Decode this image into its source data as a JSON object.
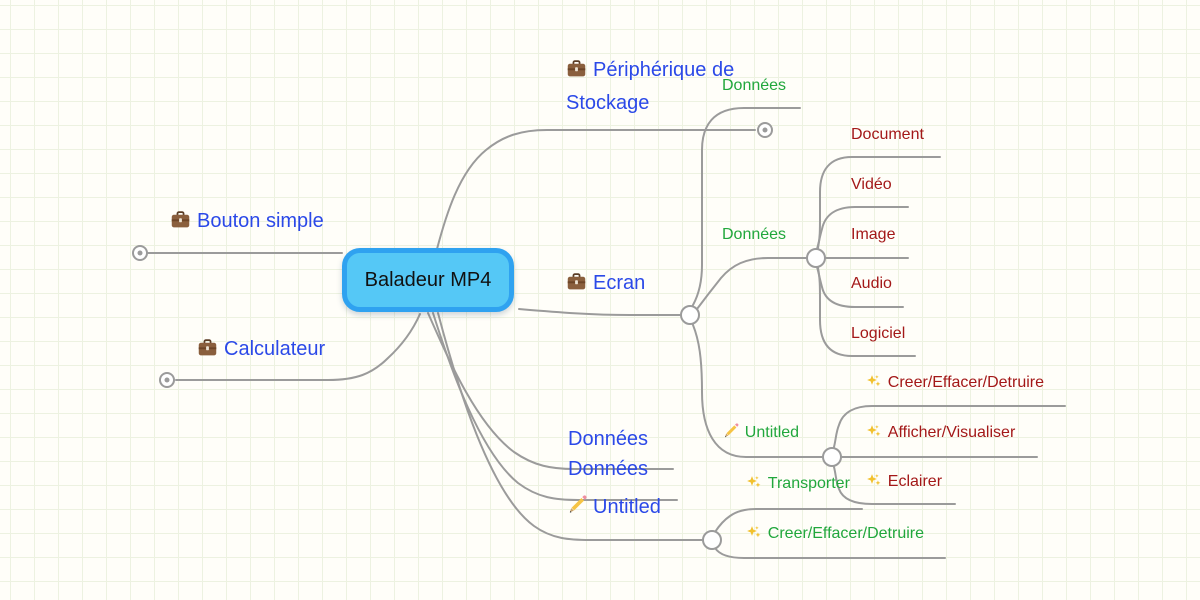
{
  "app": {
    "type": "mind-map-canvas"
  },
  "colors": {
    "canvas-bg": "#fffef9",
    "grid-line": "#edf2e1",
    "line": "#9b9b9b",
    "node-fill": "#55c8f6",
    "node-border": "#2fa2f0",
    "text-blue": "#2b49e8",
    "text-green": "#21a73c",
    "text-red": "#a31818",
    "icon-gold": "#f2c12e",
    "icon-brown": "#8a5f3d"
  },
  "root": {
    "label": "Baladeur MP4"
  },
  "nodes": {
    "bouton_simple": {
      "label": "Bouton simple",
      "icon": "briefcase"
    },
    "calculateur": {
      "label": "Calculateur",
      "icon": "briefcase"
    },
    "peripherique": {
      "label": "Périphérique de Stockage",
      "icon": "briefcase"
    },
    "ecran": {
      "label": "Ecran",
      "icon": "briefcase"
    },
    "donnees_top": {
      "label": "Données"
    },
    "donnees_mid": {
      "label": "Données"
    },
    "untitled_green": {
      "label": "Untitled",
      "icon": "pencil"
    },
    "document": {
      "label": "Document"
    },
    "video": {
      "label": "Vidéo"
    },
    "image": {
      "label": "Image"
    },
    "audio": {
      "label": "Audio"
    },
    "logiciel": {
      "label": "Logiciel"
    },
    "creer_red": {
      "label": "Creer/Effacer/Detruire",
      "icon": "sparkles"
    },
    "afficher": {
      "label": "Afficher/Visualiser",
      "icon": "sparkles"
    },
    "eclairer": {
      "label": "Eclairer",
      "icon": "sparkles"
    },
    "transporter": {
      "label": "Transporter",
      "icon": "sparkles"
    },
    "creer_green": {
      "label": "Creer/Effacer/Detruire",
      "icon": "sparkles"
    },
    "donnees_blue1": {
      "label": "Données"
    },
    "donnees_blue2": {
      "label": "Données"
    },
    "untitled_blue": {
      "label": "Untitled",
      "icon": "pencil"
    }
  }
}
